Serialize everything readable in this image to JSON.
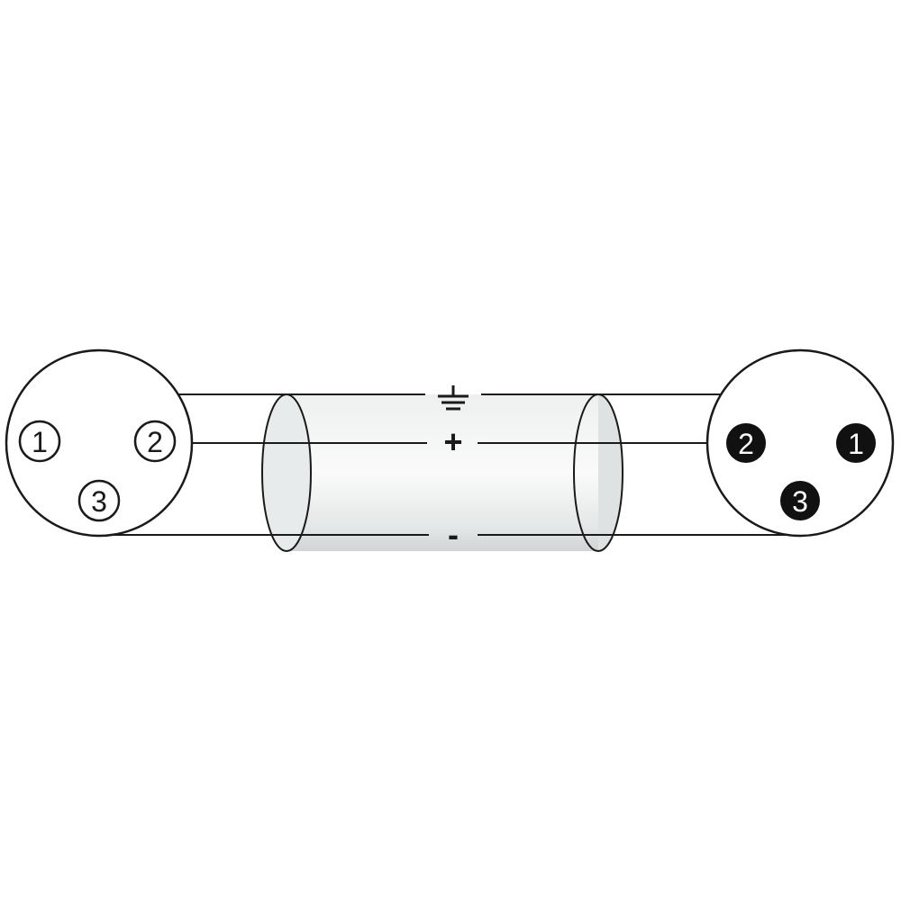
{
  "diagram": {
    "colors": {
      "line": "#1a1a1a",
      "pin_fill_female": "#ffffff",
      "pin_fill_male": "#111111",
      "pin_text_male": "#ffffff",
      "cable_shade": "#d8dcdc"
    },
    "wires": {
      "ground_symbol": "⏚",
      "positive": "+",
      "negative": "-"
    },
    "left_connector": {
      "type": "female",
      "pin1": "1",
      "pin2": "2",
      "pin3": "3"
    },
    "right_connector": {
      "type": "male",
      "pin1": "1",
      "pin2": "2",
      "pin3": "3"
    }
  }
}
